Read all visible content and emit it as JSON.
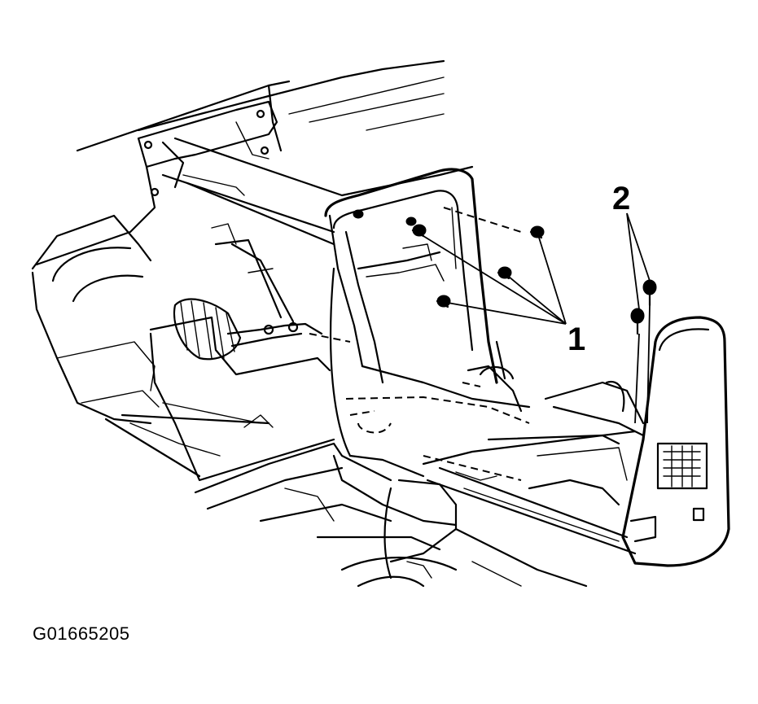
{
  "figure": {
    "id_label": "G01665205",
    "callouts": [
      {
        "number": "1",
        "part": "bolts"
      },
      {
        "number": "2",
        "part": "bolts"
      }
    ]
  },
  "colors": {
    "ink": "#000000",
    "background": "#ffffff"
  }
}
